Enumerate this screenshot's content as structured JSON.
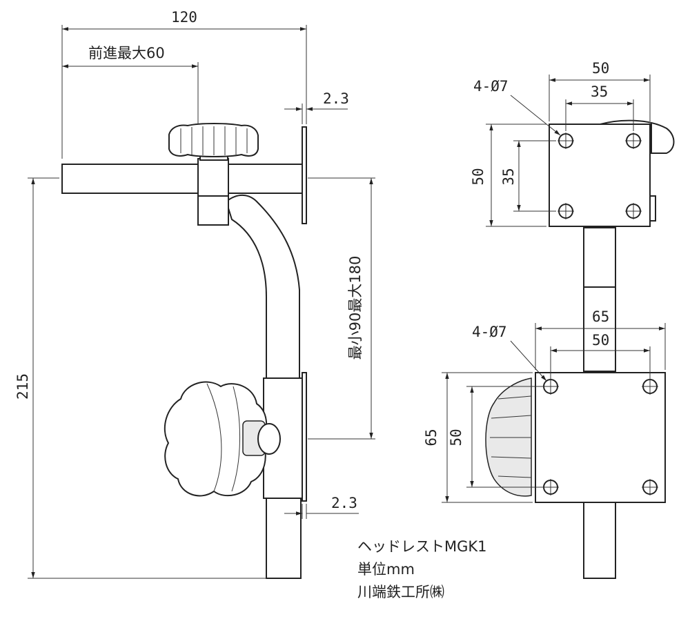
{
  "side_view": {
    "dim_total_width": "120",
    "dim_advance": "前進最大60",
    "dim_plate_top": "2.3",
    "dim_height": "215",
    "dim_stroke": "最小90最大180",
    "dim_plate_bottom": "2.3"
  },
  "top_plate": {
    "dim_outer_width": "50",
    "dim_hole_width": "35",
    "dim_outer_height": "50",
    "dim_hole_height": "35",
    "holes_label": "4-Ø7"
  },
  "bottom_plate": {
    "dim_outer_width": "65",
    "dim_hole_width": "50",
    "dim_outer_height": "65",
    "dim_hole_height": "50",
    "holes_label": "4-Ø7"
  },
  "notes": {
    "product": "ヘッドレストMGK1",
    "unit": "単位mm",
    "maker": "川端鉄工所㈱"
  }
}
